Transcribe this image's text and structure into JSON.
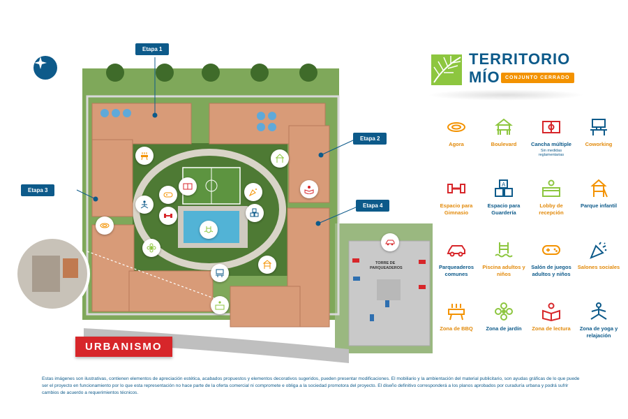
{
  "brand": {
    "name_line1": "TERRITORIO",
    "name_line2": "MÍO",
    "tagline": "CONJUNTO CERRADO",
    "colors": {
      "blue": "#0d5a8a",
      "orange": "#f39200",
      "green": "#8dc63f",
      "red": "#d7262a"
    }
  },
  "map": {
    "compass_icon": "compass-icon",
    "stages": [
      "Etapa 1",
      "Etapa 2",
      "Etapa 3",
      "Etapa 4"
    ],
    "tower_label_line1": "TORRE DE",
    "tower_label_line2": "PARQUEADEROS",
    "section_badge": "URBANISMO"
  },
  "legend": [
    {
      "label": "Agora",
      "icon": "agora-icon",
      "color": "#f39200",
      "label_color": "orange"
    },
    {
      "label": "Boulevard",
      "icon": "boulevard-icon",
      "color": "#8dc63f",
      "label_color": "orange"
    },
    {
      "label": "Cancha múltiple",
      "sub": "Sin medidas reglamentarias",
      "icon": "soccer-field-icon",
      "color": "#d7262a",
      "label_color": "blue"
    },
    {
      "label": "Coworking",
      "icon": "coworking-icon",
      "color": "#0d5a8a",
      "label_color": "orange"
    },
    {
      "label": "Espacio para Gimnasio",
      "icon": "dumbbell-icon",
      "color": "#d7262a",
      "label_color": "orange"
    },
    {
      "label": "Espacio para Guardería",
      "icon": "abc-blocks-icon",
      "color": "#0d5a8a",
      "label_color": "blue"
    },
    {
      "label": "Lobby de recepción",
      "icon": "reception-desk-icon",
      "color": "#8dc63f",
      "label_color": "orange"
    },
    {
      "label": "Parque infantil",
      "icon": "playground-icon",
      "color": "#f39200",
      "label_color": "blue"
    },
    {
      "label": "Parqueaderos comunes",
      "icon": "car-icon",
      "color": "#d7262a",
      "label_color": "blue"
    },
    {
      "label": "Piscina adultos y niños",
      "icon": "pool-icon",
      "color": "#8dc63f",
      "label_color": "orange"
    },
    {
      "label": "Salón de juegos adultos y niños",
      "icon": "gamepad-icon",
      "color": "#f39200",
      "label_color": "blue"
    },
    {
      "label": "Salones sociales",
      "icon": "celebration-icon",
      "color": "#0d5a8a",
      "label_color": "orange"
    },
    {
      "label": "Zona de BBQ",
      "icon": "bbq-grill-icon",
      "color": "#f39200",
      "label_color": "orange"
    },
    {
      "label": "Zona de jardín",
      "icon": "flower-icon",
      "color": "#8dc63f",
      "label_color": "blue"
    },
    {
      "label": "Zona de lectura",
      "icon": "reading-icon",
      "color": "#d7262a",
      "label_color": "orange"
    },
    {
      "label": "Zona de yoga y relajación",
      "icon": "yoga-icon",
      "color": "#0d5a8a",
      "label_color": "blue"
    }
  ],
  "disclaimer": "Estas imágenes son ilustrativas, contienen elementos de apreciación estética, acabados propuestos y elementos decorativos sugeridos, pueden presentar modificaciones. El mobiliario y la ambientación del material publicitario, son ayudas gráficas de lo que puede ser el proyecto en funcionamiento por lo que esta representación no hace parte de la oferta comercial ni compromete e obliga a la sociedad promotora del proyecto. El diseño definitivo corresponderá a los planos aprobados por curaduría urbana y podrá sufrir cambios de acuerdo a requerimientos técnicos."
}
